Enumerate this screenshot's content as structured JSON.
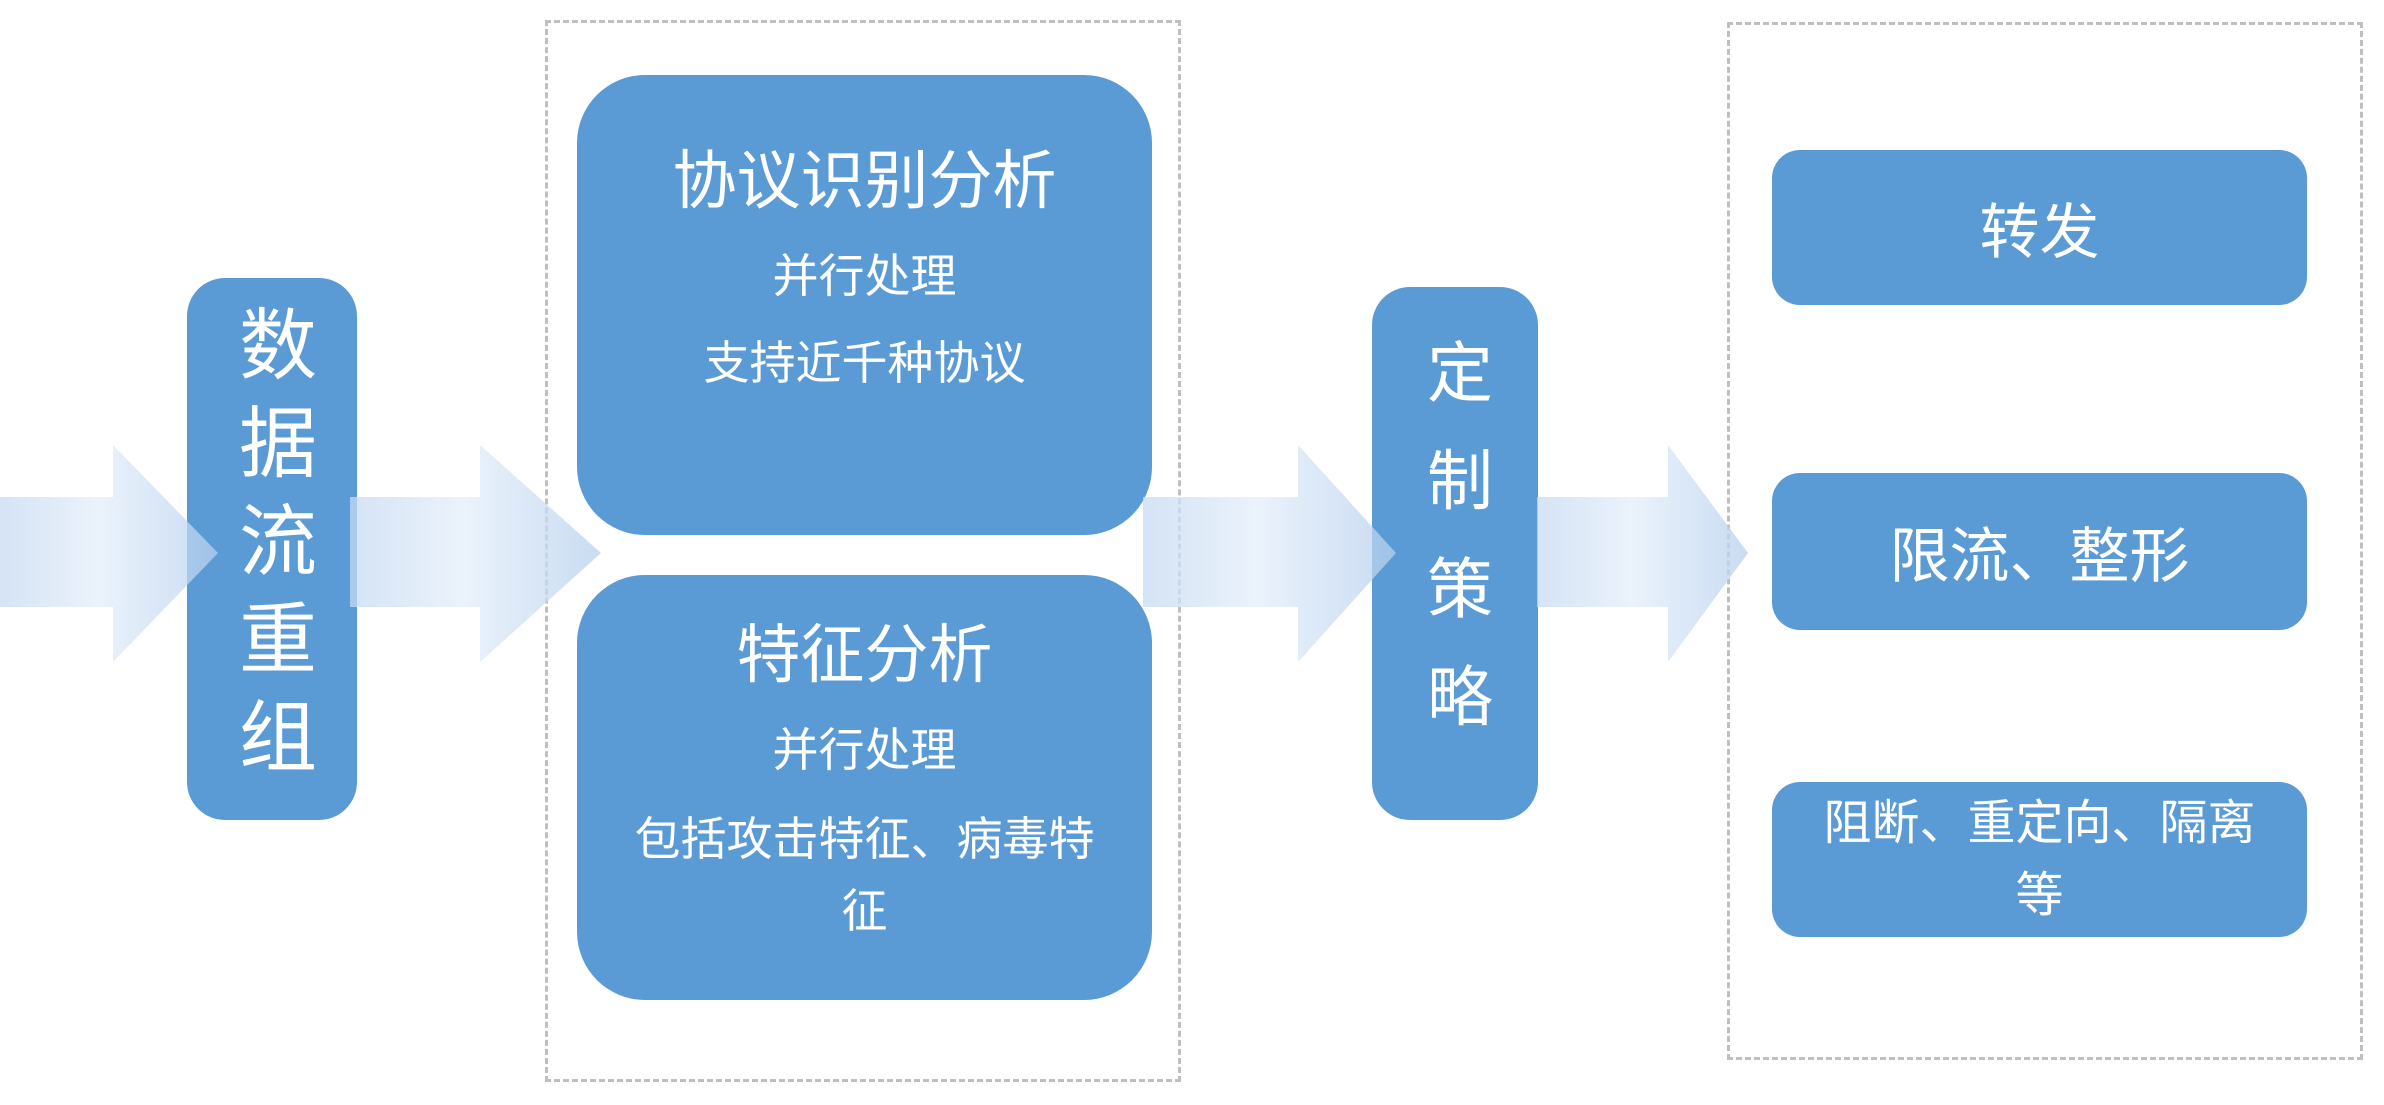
{
  "diagram": {
    "stage1_label": "数据流重组",
    "protocol_box": {
      "title": "协议识别分析",
      "line1": "并行处理",
      "line2": "支持近千种协议"
    },
    "feature_box": {
      "title": "特征分析",
      "line1": "并行处理",
      "line2": "包括攻击特征、病毒特征"
    },
    "policy_label": "定制策略",
    "actions": {
      "forward": "转发",
      "limit": "限流、整形",
      "block": "阻断、重定向、隔离等"
    },
    "colors": {
      "box_fill": "#5B9BD5",
      "box_text": "#FFFFFF",
      "panel_border": "#BFBFBF",
      "arrow_gradient_start": "#C6DAF2",
      "arrow_gradient_mid": "#E4EEFA",
      "arrow_gradient_end": "#B7D0EE"
    }
  }
}
